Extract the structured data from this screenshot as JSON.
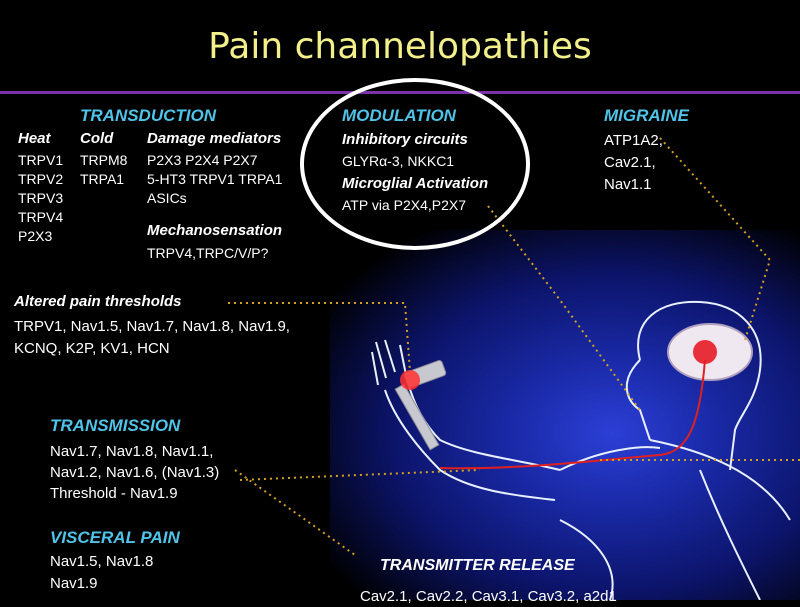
{
  "title": "Pain channelopathies",
  "transduction": {
    "heading": "TRANSDUCTION",
    "heat": {
      "label": "Heat",
      "items": [
        "TRPV1",
        "TRPV2",
        "TRPV3",
        "TRPV4",
        "P2X3"
      ]
    },
    "cold": {
      "label": "Cold",
      "items": [
        "TRPM8",
        "TRPA1"
      ]
    },
    "damage": {
      "label": "Damage mediators",
      "items": [
        "P2X3  P2X4 P2X7",
        "5-HT3  TRPV1 TRPA1",
        "ASICs"
      ]
    },
    "mechano": {
      "label": "Mechanosensation",
      "items": [
        "TRPV4,TRPC/V/P?"
      ]
    }
  },
  "modulation": {
    "heading": "MODULATION",
    "inhibitory_label": "Inhibitory circuits",
    "inhibitory_value": "GLYRα-3, NKKC1",
    "microglial_label": "Microglial Activation",
    "microglial_value": "ATP via P2X4,P2X7"
  },
  "migraine": {
    "heading": "MIGRAINE",
    "items": [
      "ATP1A2,",
      "Cav2.1,",
      "Nav1.1"
    ]
  },
  "altered": {
    "heading": "Altered pain thresholds",
    "line1": "TRPV1, Nav1.5, Nav1.7, Nav1.8, Nav1.9,",
    "line2": "KCNQ, K2P,  KV1, HCN"
  },
  "transmission": {
    "heading": "TRANSMISSION",
    "items": [
      "Nav1.7, Nav1.8, Nav1.1,",
      "Nav1.2, Nav1.6, (Nav1.3)",
      "Threshold - Nav1.9"
    ]
  },
  "visceral": {
    "heading": "VISCERAL PAIN",
    "items": [
      "Nav1.5, Nav1.8",
      "Nav1.9"
    ]
  },
  "release": {
    "heading": "TRANSMITTER RELEASE",
    "line": "Cav2.1, Cav2.2, Cav3.1, Cav3.2, a2d1"
  },
  "colors": {
    "title": "#f2f08a",
    "heading": "#4fc3e8",
    "rule": "#7a32a8",
    "leader": "#d4a020"
  }
}
